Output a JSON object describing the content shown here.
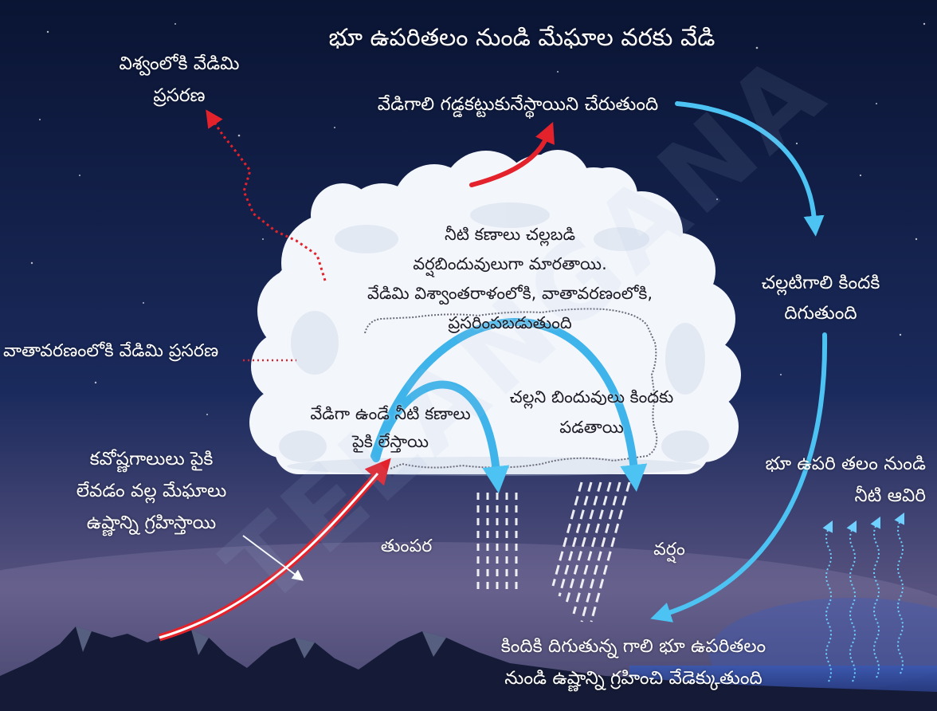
{
  "title": "భూ ఉపరితలం నుండి మేఘాల వరకు వేడి",
  "watermark": "TELANGANA",
  "colors": {
    "sky": "#0a1433",
    "cloud": "#f3f6fb",
    "heat_arrow": "#e3222b",
    "cool_arrow": "#4cc3f2",
    "text_light": "#ffffff",
    "text_dark": "#1c1c28"
  },
  "labels": {
    "radiation_to_space": [
      "విశ్వంలోకి వేడిమి",
      "ప్రసరణ"
    ],
    "reaches_freezing_level": [
      "వేడిగాలి గడ్డకట్టుకునేస్థాయిని చేరుతుంది"
    ],
    "in_cloud": [
      "నీటి కణాలు చల్లబడి",
      "వర్షబిందువులుగా మారతాయి.",
      "వేడిమి విశ్వాంతరాళంలోకి, వాతావరణంలోకి,",
      "ప్రసరింపబడుతుంది"
    ],
    "cool_air_descends": [
      "చల్లటిగాలి కిందకి",
      "దిగుతుంది"
    ],
    "radiation_to_atmosphere": [
      "వాతావరణంలోకి వేడిమి ప్రసరణ"
    ],
    "warm_droplets_rise": [
      "వేడిగా ఉండే నీటి కణాలు",
      "పైకి లేస్తాయి"
    ],
    "cold_drops_fall": [
      "చల్లని బిందువులు కిందకు",
      "పడతాయి"
    ],
    "warm_winds_rise": [
      "కవోష్ణగాలులు పైకి",
      "లేవడం వల్ల మేఘాలు",
      "ఉష్ణాన్ని గ్రహిస్తాయి"
    ],
    "vapor_from_surface": [
      "భూ ఉపరి తలం నుండి",
      "నీటి ఆవిరి"
    ],
    "drizzle": "తుంపర",
    "rain": "వర్షం",
    "descending_air_warms": [
      "కిందికి దిగుతున్న గాలి భూ ఉపరితలం",
      "నుండి ఉష్ణాన్ని గ్రహించి వేడెక్కుతుంది"
    ]
  }
}
